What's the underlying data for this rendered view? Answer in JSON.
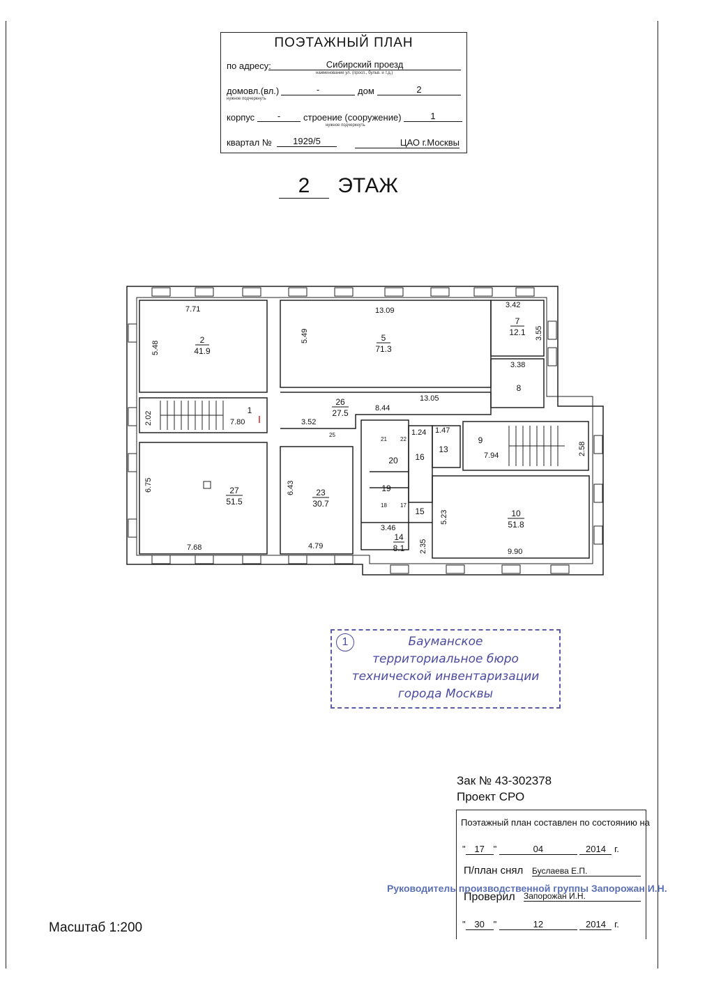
{
  "title_block": {
    "heading": "ПОЭТАЖНЫЙ ПЛАН",
    "address_label": "по адресу:",
    "address_value": "Сибирский проезд",
    "address_hint": "наименование ул. (просп., бульв. и т.д.)",
    "domovl_label": "домовл.(вл.)",
    "domovl_value": "-",
    "hint_underline": "нужное подчеркнуть",
    "dom_label": "дом",
    "dom_value": "2",
    "korpus_label": "корпус",
    "korpus_value": "-",
    "stroenie_label": "строение (сооружение)",
    "stroenie_value": "1",
    "kvartal_label": "квартал №",
    "kvartal_value": "1929/5",
    "district": "ЦАО г.Москвы"
  },
  "floor": {
    "number": "2",
    "label": "ЭТАЖ"
  },
  "rooms": [
    {
      "num": "2",
      "area": "41.9"
    },
    {
      "num": "5",
      "area": "71.3"
    },
    {
      "num": "7",
      "area": "12.1"
    },
    {
      "num": "8",
      "area": ""
    },
    {
      "num": "1",
      "area": ""
    },
    {
      "num": "26",
      "area": "27.5"
    },
    {
      "num": "27",
      "area": "51.5"
    },
    {
      "num": "23",
      "area": "30.7"
    },
    {
      "num": "20",
      "area": ""
    },
    {
      "num": "16",
      "area": ""
    },
    {
      "num": "13",
      "area": ""
    },
    {
      "num": "9",
      "area": ""
    },
    {
      "num": "19",
      "area": ""
    },
    {
      "num": "15",
      "area": ""
    },
    {
      "num": "10",
      "area": "51.8"
    },
    {
      "num": "14",
      "area": "8.1"
    },
    {
      "num": "25",
      "area": ""
    },
    {
      "num": "21",
      "area": ""
    },
    {
      "num": "22",
      "area": ""
    },
    {
      "num": "18",
      "area": ""
    },
    {
      "num": "17",
      "area": ""
    }
  ],
  "dimensions": [
    "7.71",
    "13.09",
    "3.42",
    "5.48",
    "5.49",
    "3.55",
    "3.38",
    "2.02",
    "7.80",
    "8.44",
    "13.05",
    "3.52",
    "1.24",
    "1.47",
    "6.75",
    "6.43",
    "7.94",
    "2.58",
    "7.68",
    "4.79",
    "3.46",
    "5.23",
    "2.35",
    "9.90"
  ],
  "stamp": {
    "number": "1",
    "lines": [
      "Бауманское",
      "территориальное бюро",
      "технической инвентаризации",
      "города Москвы"
    ]
  },
  "order": {
    "line1": "Зак № 43-302378",
    "line2": "Проект СРО"
  },
  "signature_block": {
    "state_text": "Поэтажный план составлен по состоянию на",
    "date1": {
      "day": "17",
      "month": "04",
      "year": "2014"
    },
    "year_suffix": "г.",
    "taken_label": "П/план снял",
    "taken_name": "Буслаева Е.П.",
    "head_line": "Руководитель производственной группы Запорожан И.Н.",
    "checked_label": "Проверил",
    "checked_name": "Запорожан И.Н.",
    "date2": {
      "day": "30",
      "month": "12",
      "year": "2014"
    }
  },
  "scale": "Масштаб 1:200"
}
